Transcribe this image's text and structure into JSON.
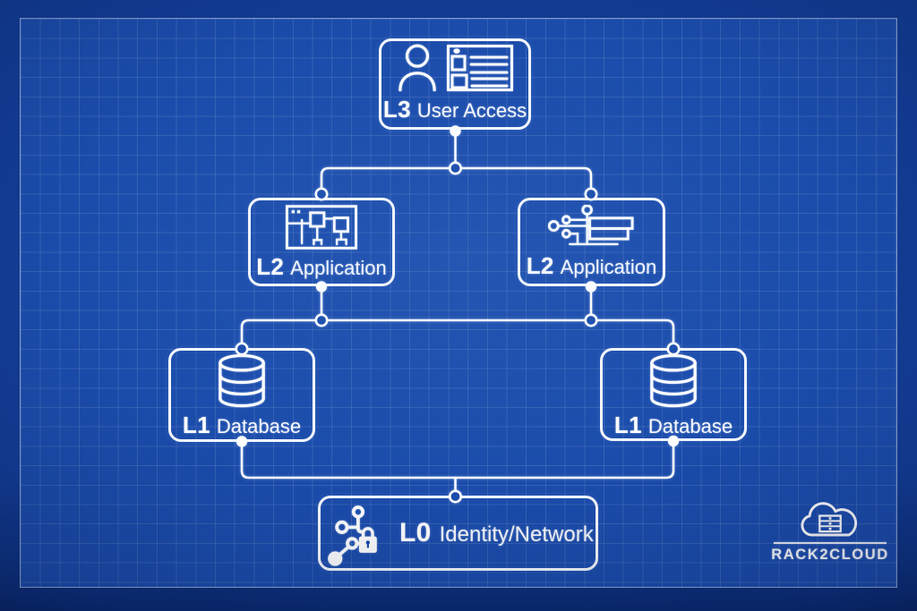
{
  "diagram": {
    "nodes": [
      {
        "id": "l3-user-access",
        "level": "L3",
        "name": "User Access",
        "icons": [
          "user-icon",
          "id-list-card-icon"
        ]
      },
      {
        "id": "l2-application-left",
        "level": "L2",
        "name": "Application",
        "icons": [
          "app-window-plan-icon"
        ]
      },
      {
        "id": "l2-application-right",
        "level": "L2",
        "name": "Application",
        "icons": [
          "circuit-connector-icon"
        ]
      },
      {
        "id": "l1-database-left",
        "level": "L1",
        "name": "Database",
        "icons": [
          "database-cylinder-icon"
        ]
      },
      {
        "id": "l1-database-right",
        "level": "L1",
        "name": "Database",
        "icons": [
          "database-cylinder-icon"
        ]
      },
      {
        "id": "l0-identity-network",
        "level": "L0",
        "name": "Identity/Network",
        "icons": [
          "secure-network-lock-icon"
        ]
      }
    ],
    "edges": [
      {
        "from": "l3-user-access",
        "to": "l2-application-left"
      },
      {
        "from": "l3-user-access",
        "to": "l2-application-right"
      },
      {
        "from": "l2-application-left",
        "to": "l1-database-left"
      },
      {
        "from": "l2-application-left",
        "to": "l1-database-right"
      },
      {
        "from": "l2-application-right",
        "to": "l1-database-left"
      },
      {
        "from": "l2-application-right",
        "to": "l1-database-right"
      },
      {
        "from": "l1-database-left",
        "to": "l0-identity-network"
      },
      {
        "from": "l1-database-right",
        "to": "l0-identity-network"
      }
    ]
  },
  "branding": {
    "logo_text": "RACK2CLOUD",
    "logo_icon": "cloud-server-rack-icon"
  },
  "colors": {
    "canvas_outer": "#123c94",
    "canvas_inner": "#1b4cab",
    "grid_line": "rgba(255,255,255,0.11)",
    "line": "#ffffff",
    "frame_border": "rgba(255,255,255,0.45)"
  }
}
